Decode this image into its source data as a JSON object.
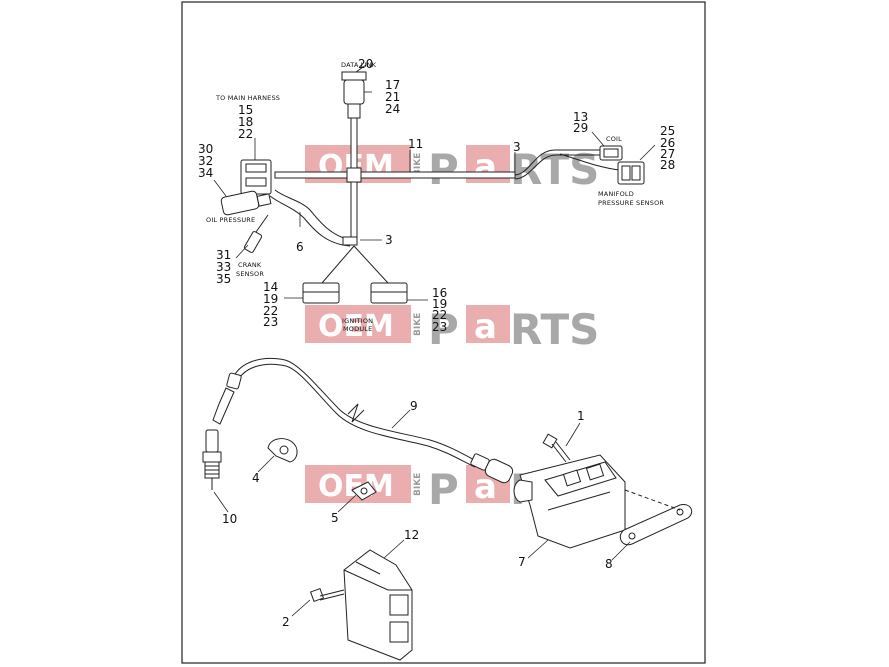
{
  "labels": {
    "data_link": "DATA LINK",
    "to_main_harness": "TO MAIN HARNESS",
    "oil_pressure": "OIL PRESSURE",
    "crank_sensor_1": "CRANK",
    "crank_sensor_2": "SENSOR",
    "coil": "COIL",
    "manifold_1": "MANIFOLD",
    "manifold_2": "PRESSURE SENSOR",
    "ignition_1": "IGNITION",
    "ignition_2": "MODULE"
  },
  "callouts": {
    "c20": "20",
    "c17": "17",
    "c21": "21",
    "c24": "24",
    "c15": "15",
    "c18": "18",
    "c22a": "22",
    "c30": "30",
    "c32": "32",
    "c34": "34",
    "c11": "11",
    "c3a": "3",
    "c3b": "3",
    "c13": "13",
    "c29": "29",
    "c25": "25",
    "c26": "26",
    "c27": "27",
    "c28": "28",
    "c6": "6",
    "c31": "31",
    "c33": "33",
    "c35": "35",
    "c14": "14",
    "c19a": "19",
    "c22b": "22",
    "c23a": "23",
    "c16": "16",
    "c19b": "19",
    "c22c": "22",
    "c23b": "23",
    "c9": "9",
    "c1": "1",
    "c4": "4",
    "c10": "10",
    "c5": "5",
    "c7": "7",
    "c8": "8",
    "c12": "12",
    "c2": "2"
  },
  "watermark": {
    "oem": "OEM",
    "bike": "BIKE",
    "p": "P",
    "a": "a",
    "rts": "RTS"
  }
}
